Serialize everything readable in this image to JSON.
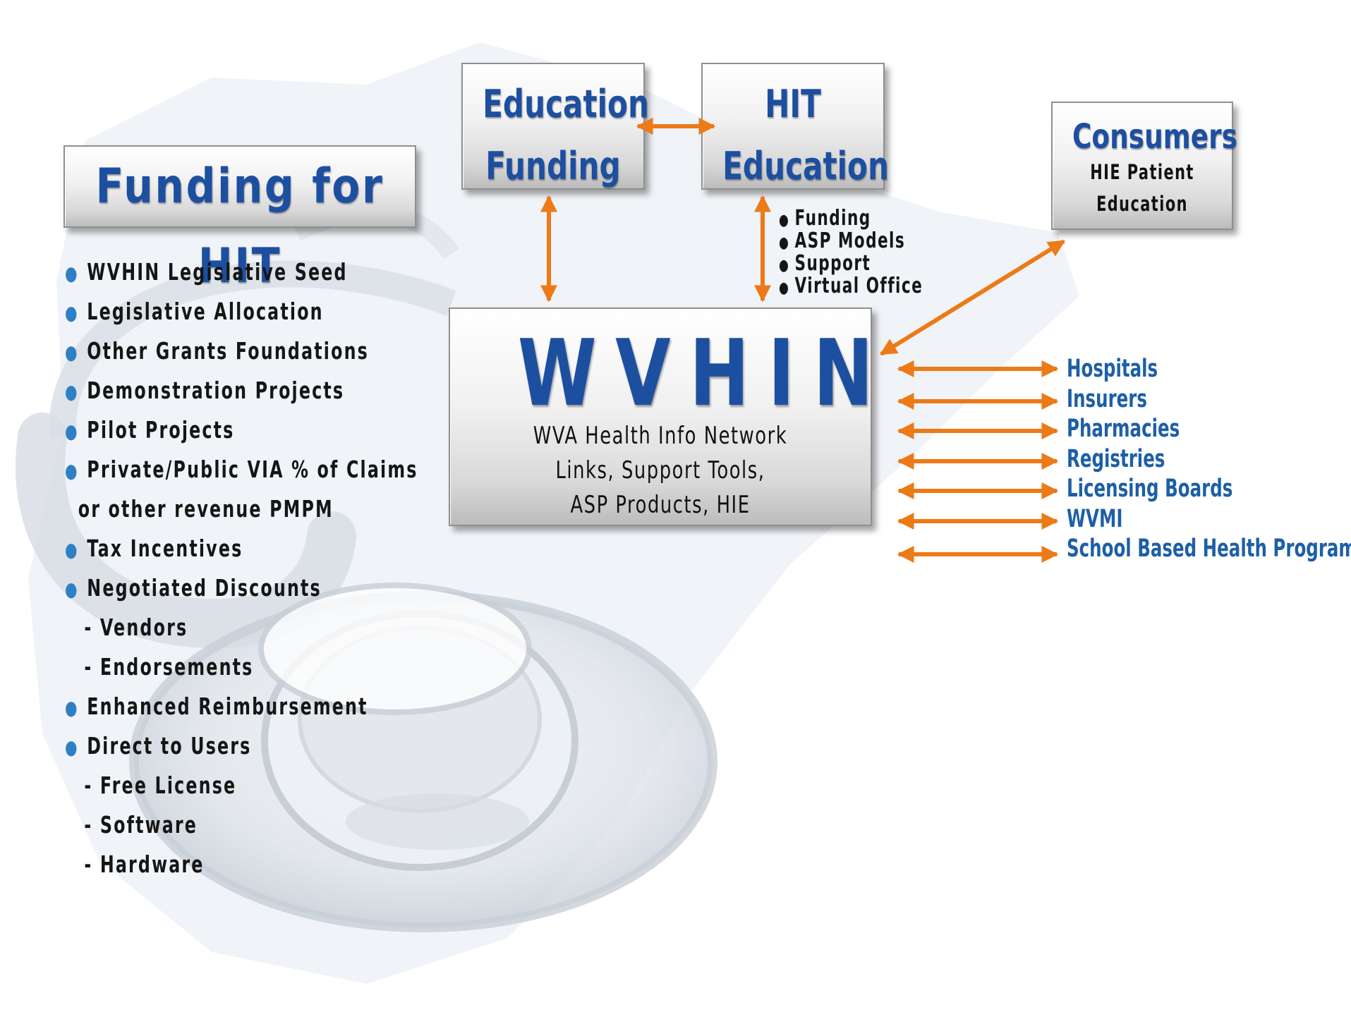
{
  "funding_box": {
    "title": "Funding for HIT"
  },
  "funding_items": [
    {
      "text": "WVHIN Legislative Seed",
      "bullet": true
    },
    {
      "text": "Legislative Allocation",
      "bullet": true
    },
    {
      "text": "Other Grants Foundations",
      "bullet": true
    },
    {
      "text": "Demonstration Projects",
      "bullet": true
    },
    {
      "text": "Pilot Projects",
      "bullet": true
    },
    {
      "text": "Private/Public VIA % of Claims",
      "bullet": true
    },
    {
      "text": "or other revenue PMPM",
      "bullet": false
    },
    {
      "text": "Tax Incentives",
      "bullet": true
    },
    {
      "text": "Negotiated Discounts",
      "bullet": true
    },
    {
      "text": "- Vendors",
      "bullet": false
    },
    {
      "text": "- Endorsements",
      "bullet": false
    },
    {
      "text": "Enhanced Reimbursement",
      "bullet": true
    },
    {
      "text": "Direct to Users",
      "bullet": true
    },
    {
      "text": "- Free License",
      "bullet": false
    },
    {
      "text": "- Software",
      "bullet": false
    },
    {
      "text": "- Hardware",
      "bullet": false
    }
  ],
  "education_funding_box": {
    "line1": "Education",
    "line2": "Funding"
  },
  "hit_education_box": {
    "line1": "HIT",
    "line2": "Education"
  },
  "consumers_box": {
    "title": "Consumers",
    "sub1": "HIE Patient",
    "sub2": "Education"
  },
  "hit_education_items": [
    "Funding",
    "ASP Models",
    "Support",
    "Virtual Office"
  ],
  "wvhin_box": {
    "title": "WVHIN",
    "line1": "WVA Health Info Network",
    "line2": "Links, Support Tools,",
    "line3": "ASP Products, HIE"
  },
  "stakeholders": [
    "Hospitals",
    "Insurers",
    "Pharmacies",
    "Registries",
    "Licensing Boards",
    "WVMI",
    "School Based Health Program"
  ],
  "colors": {
    "title_blue": "#1d4fa0",
    "link_blue": "#1d5fa6",
    "arrow_orange": "#ec7a16",
    "bullet_blue": "#2f7fc4"
  },
  "icons": {
    "background": "stethoscope-state-map-watermark",
    "bullet": "bullet-dot"
  }
}
